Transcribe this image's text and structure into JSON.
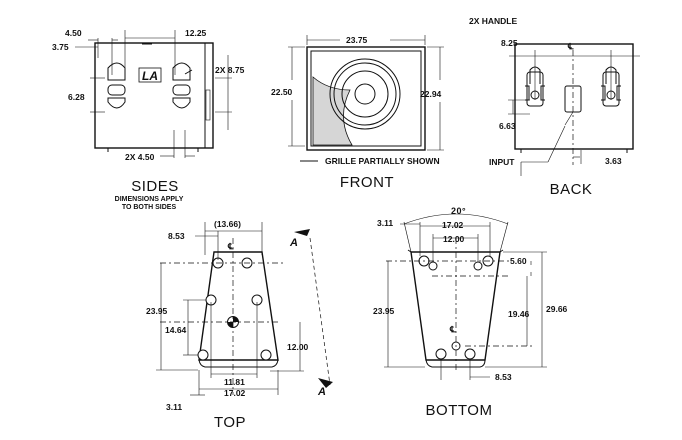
{
  "views": {
    "sides": {
      "title": "SIDES",
      "note_line1": "DIMENSIONS APPLY",
      "note_line2": "TO BOTH SIDES",
      "dims": {
        "d450_top": "4.50",
        "d375": "3.75",
        "d1225": "12.25",
        "d628": "6.28",
        "d875": "2X 8.75",
        "d450_bottom": "2X 4.50"
      },
      "logo": "LA"
    },
    "front": {
      "title": "FRONT",
      "grille_note": "GRILLE PARTIALLY SHOWN",
      "dims": {
        "width": "23.75",
        "height_left": "22.50",
        "height_right": "22.94"
      }
    },
    "back": {
      "title": "BACK",
      "handle_note": "2X HANDLE",
      "input_label": "INPUT",
      "centerline": "℄",
      "dims": {
        "d825": "8.25",
        "d663": "6.63",
        "d363": "3.63"
      }
    },
    "top": {
      "title": "TOP",
      "section_marker": "A",
      "centerline": "℄",
      "dims": {
        "d1366": "(13.66)",
        "d853": "8.53",
        "d2395": "23.95",
        "d1464": "14.64",
        "d1200": "12.00",
        "d1181": "11.81",
        "d1702": "17.02",
        "d311": "3.11"
      }
    },
    "bottom": {
      "title": "BOTTOM",
      "angle": "20°",
      "centerline": "℄",
      "dims": {
        "d311": "3.11",
        "d1702": "17.02",
        "d1200": "12.00",
        "d560": "5.60",
        "d2395": "23.95",
        "d1946": "19.46",
        "d2966": "29.66",
        "d853": "8.53"
      }
    }
  }
}
